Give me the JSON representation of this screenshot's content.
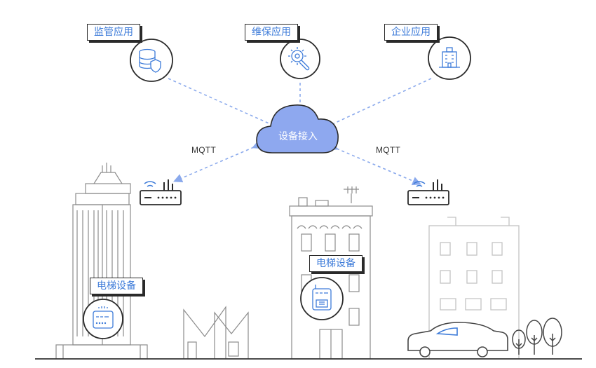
{
  "apps": {
    "supervision": "监管应用",
    "maintenance": "维保应用",
    "enterprise": "企业应用"
  },
  "cloud": {
    "label": "设备接入"
  },
  "protocols": {
    "left": "MQTT",
    "right": "MQTT"
  },
  "devices": {
    "left_label": "电梯设备",
    "center_label": "电梯设备"
  },
  "colors": {
    "accent": "#3d7bd9",
    "cloud_fill": "#8ea8ef",
    "dash": "#8aa9ec",
    "line": "#444444"
  }
}
